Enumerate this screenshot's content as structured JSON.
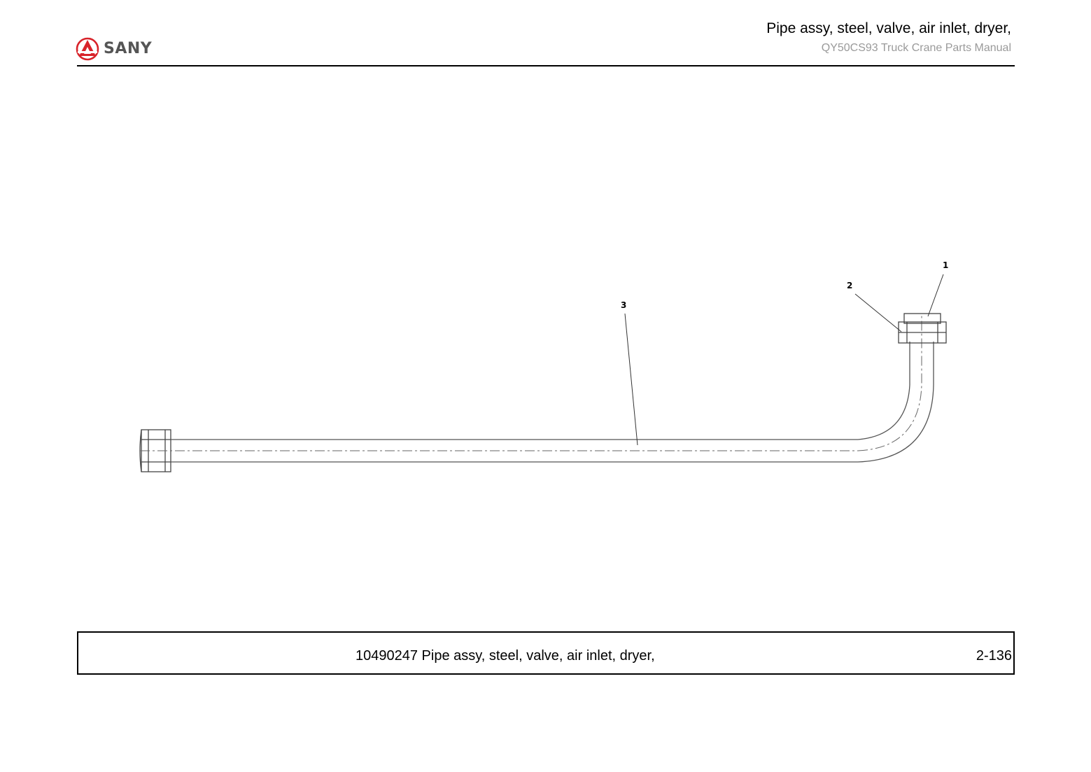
{
  "header": {
    "brand": "SANY",
    "title": "Pipe assy, steel, valve, air inlet, dryer,",
    "subtitle": "QY50CS93 Truck Crane  Parts Manual"
  },
  "drawing": {
    "callouts": [
      {
        "label": "1"
      },
      {
        "label": "2"
      },
      {
        "label": "3"
      }
    ]
  },
  "footer": {
    "caption": "10490247 Pipe assy, steel, valve, air inlet, dryer,",
    "page": "2-136"
  },
  "colors": {
    "brand_red": "#d8232a",
    "rule": "#000000",
    "subtitle_gray": "#9a9a9a"
  }
}
